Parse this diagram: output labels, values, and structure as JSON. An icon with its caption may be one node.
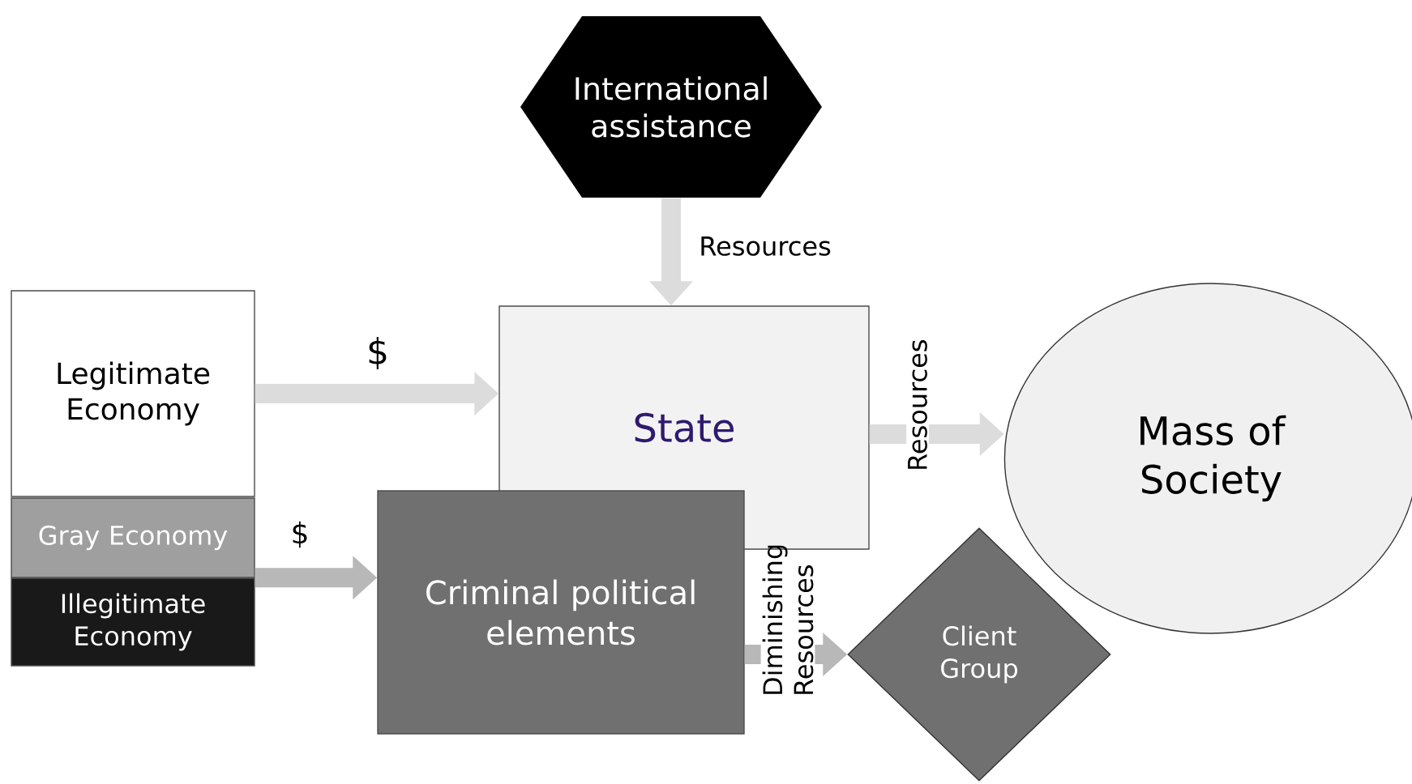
{
  "diagram": {
    "nodes": [
      {
        "text": [
          "International assistance"
        ]
      },
      {
        "text": [
          "Legitimate Economy"
        ]
      },
      {
        "text": [
          "State"
        ]
      },
      {
        "text": [
          "Mass of Society"
        ]
      },
      {
        "text": [
          "Gray Economy"
        ]
      },
      {
        "text": [
          "Illegitimate Economy"
        ]
      },
      {
        "text": [
          "Criminal political elements"
        ]
      },
      {
        "text": [
          "Client Group"
        ]
      }
    ],
    "edges": [
      {
        "from": 0,
        "to": 2,
        "arrow": "to",
        "label": "Resources"
      },
      {
        "from": 1,
        "to": 2,
        "arrow": "to",
        "label": "$"
      },
      {
        "from": 2,
        "to": 3,
        "arrow": "to",
        "label": "Resources"
      },
      {
        "from": 5,
        "to": 6,
        "arrow": "to",
        "label": "$",
        "color": "#b8b8b8"
      },
      {
        "from": 6,
        "to": 7,
        "arrow": "to",
        "label": "Diminishing Resources",
        "color": "#b8b8b8"
      }
    ]
  }
}
